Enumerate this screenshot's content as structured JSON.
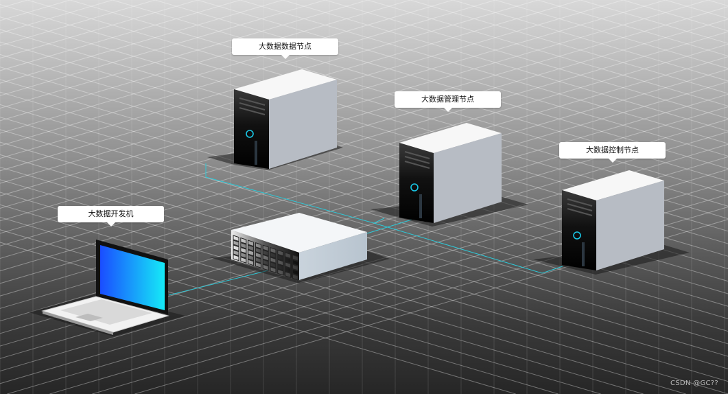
{
  "nodes": {
    "data_node": {
      "label": "大数据数据节点"
    },
    "mgmt_node": {
      "label": "大数据管理节点"
    },
    "ctrl_node": {
      "label": "大数据控制节点"
    },
    "dev_machine": {
      "label": "大数据开发机"
    }
  },
  "watermark": "CSDN @GC??",
  "colors": {
    "link": "#2ec9d8",
    "led": "#19c7e6"
  }
}
